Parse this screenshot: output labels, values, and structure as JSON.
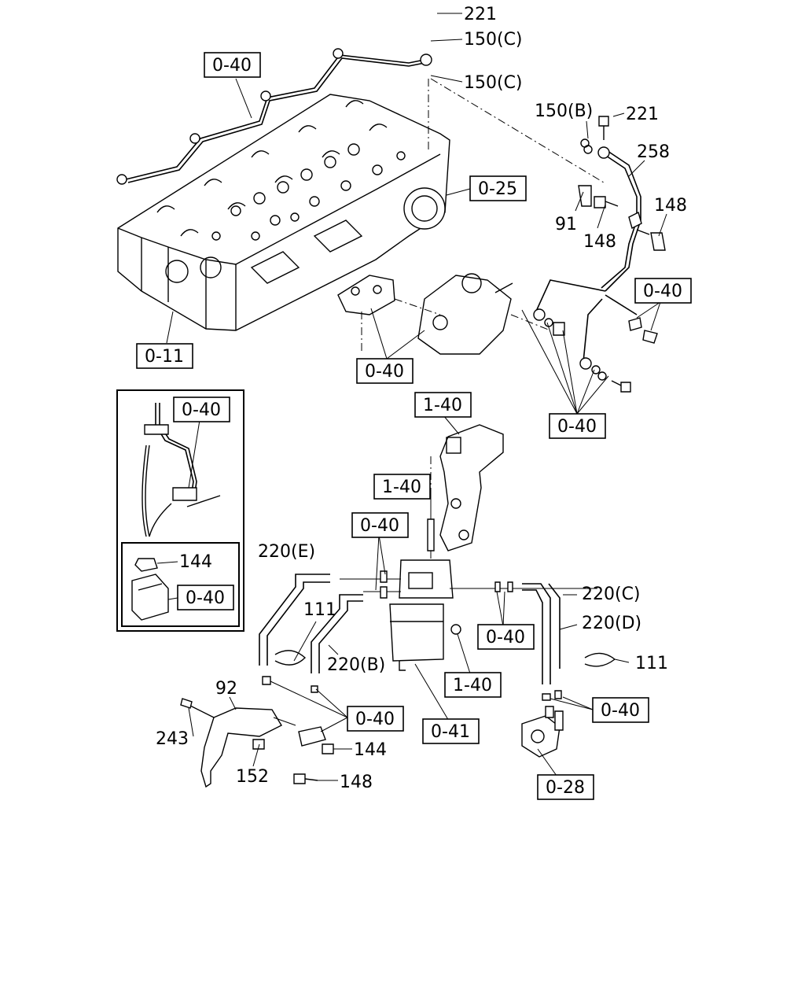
{
  "refs": {
    "r040_top": "0-40",
    "r025": "0-25",
    "r011": "0-11",
    "r040_pump": "0-40",
    "r040_right": "0-40",
    "r040_lines": "0-40",
    "r040_inset_pipe": "0-40",
    "r040_inset_clip": "0-40",
    "r140_bracket_top": "1-40",
    "r140_bracket_mid": "1-40",
    "r040_filter_left": "0-40",
    "r040_filter_right": "0-40",
    "r140_filter": "1-40",
    "r041": "0-41",
    "r040_bottom_left": "0-40",
    "r040_bottom_right": "0-40",
    "r028": "0-28"
  },
  "parts": {
    "p221_top": "221",
    "p150c_a": "150(C)",
    "p150c_b": "150(C)",
    "p150b": "150(B)",
    "p221_right": "221",
    "p258": "258",
    "p91": "91",
    "p148_a": "148",
    "p148_b": "148",
    "p144_inset": "144",
    "p220e": "220(E)",
    "p111_left": "111",
    "p220b": "220(B)",
    "p220c": "220(C)",
    "p220d": "220(D)",
    "p111_right": "111",
    "p92": "92",
    "p243": "243",
    "p152": "152",
    "p144_bottom": "144",
    "p148_bottom": "148"
  }
}
